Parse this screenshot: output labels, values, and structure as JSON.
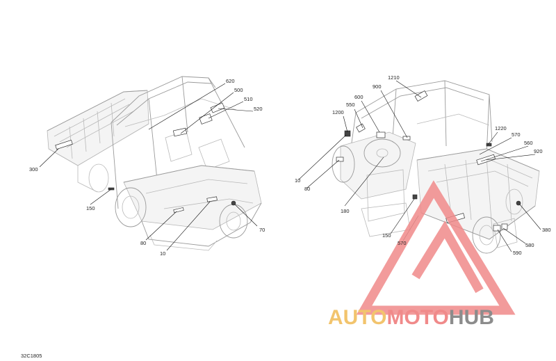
{
  "figure_code": "32C1805",
  "callouts": [
    {
      "id": "620",
      "label": "620"
    },
    {
      "id": "500",
      "label": "500"
    },
    {
      "id": "510",
      "label": "510"
    },
    {
      "id": "520",
      "label": "520"
    },
    {
      "id": "300",
      "label": "300"
    },
    {
      "id": "150a",
      "label": "150"
    },
    {
      "id": "80a",
      "label": "80"
    },
    {
      "id": "10a",
      "label": "10"
    },
    {
      "id": "70",
      "label": "70"
    },
    {
      "id": "1210",
      "label": "1210"
    },
    {
      "id": "900",
      "label": "900"
    },
    {
      "id": "600",
      "label": "600"
    },
    {
      "id": "550",
      "label": "550"
    },
    {
      "id": "1200",
      "label": "1200"
    },
    {
      "id": "10b",
      "label": "10"
    },
    {
      "id": "80b",
      "label": "80"
    },
    {
      "id": "180",
      "label": "180"
    },
    {
      "id": "150b",
      "label": "150"
    },
    {
      "id": "570a",
      "label": "570"
    },
    {
      "id": "1220",
      "label": "1220"
    },
    {
      "id": "570b",
      "label": "570"
    },
    {
      "id": "560",
      "label": "560"
    },
    {
      "id": "920",
      "label": "920"
    },
    {
      "id": "380",
      "label": "380"
    },
    {
      "id": "580",
      "label": "580"
    },
    {
      "id": "590",
      "label": "590"
    }
  ],
  "watermark": {
    "part1": "AUTO",
    "part2": "MOTO",
    "part3": "HUB",
    "colors": {
      "auto": "#f2c46d",
      "moto": "#f08a8a",
      "hub": "#8c8c8c"
    }
  }
}
